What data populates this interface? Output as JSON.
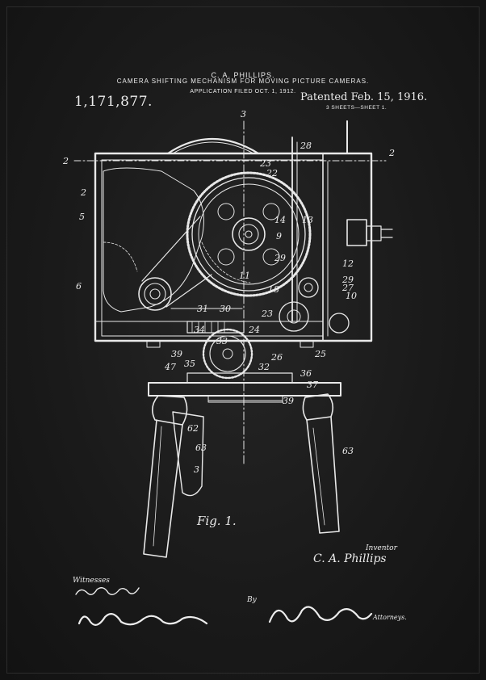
{
  "header": {
    "inventor_name": "C. A. PHILLIPS.",
    "title": "CAMERA SHIFTING MECHANISM FOR MOVING PICTURE CAMERAS.",
    "application_filed": "APPLICATION FILED OCT. 1, 1912.",
    "patent_number": "1,171,877.",
    "patent_date": "Patented Feb. 15, 1916.",
    "sheets": "3 SHEETS—SHEET 1."
  },
  "figure": {
    "label": "Fig. 1.",
    "reference_numerals": [
      "3",
      "2",
      "2",
      "2",
      "5",
      "6",
      "28",
      "23",
      "22",
      "14",
      "13",
      "9",
      "29",
      "11",
      "12",
      "29",
      "27",
      "18",
      "10",
      "31",
      "30",
      "23",
      "34",
      "24",
      "39",
      "33",
      "26",
      "25",
      "47",
      "35",
      "32",
      "36",
      "37",
      "39",
      "62",
      "63",
      "63",
      "3"
    ]
  },
  "signatures": {
    "witnesses_label": "Witnesses",
    "inventor_label": "Inventor",
    "inventor_signature": "C. A. Phillips",
    "by_label": "By",
    "attorneys_label": "Attorneys."
  },
  "colors": {
    "background": "#1a1a1a",
    "ink": "#ececec"
  }
}
